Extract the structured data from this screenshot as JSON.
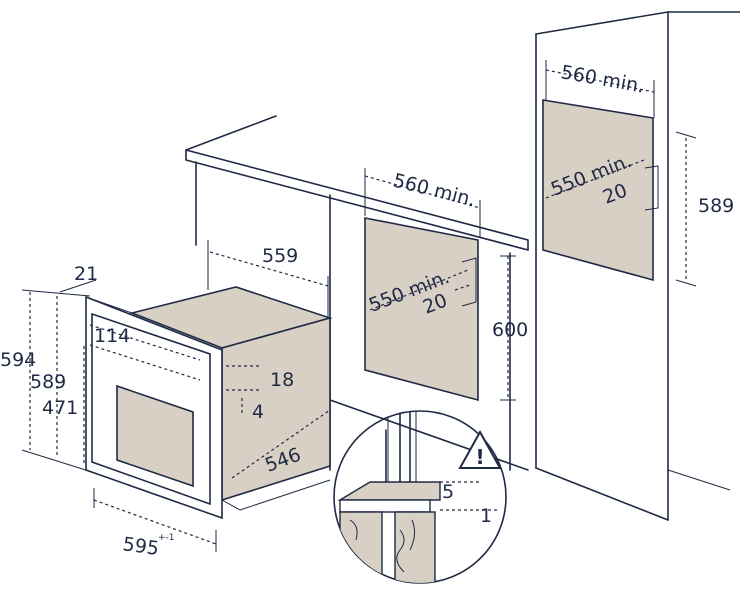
{
  "dimensions": {
    "niche_mid_width": "560 min.",
    "niche_mid_inner": "550 min.",
    "niche_mid_gap": "20",
    "niche_mid_height": "600",
    "niche_tall_width": "560 min.",
    "niche_tall_inner": "550 min.",
    "niche_tall_gap": "20",
    "niche_tall_height": "589",
    "oven_depth_top": "559",
    "oven_depth_bottom": "546",
    "oven_front_thickness": "21",
    "oven_height_total": "594",
    "oven_height_body": "589",
    "oven_height_door": "471",
    "oven_panel_offset": "114",
    "oven_side_18": "18",
    "oven_side_4": "4",
    "oven_width": "595",
    "oven_width_tolerance": "+-1",
    "detail_gap_5": "5",
    "detail_gap_1": "1"
  },
  "warning_symbol": "!",
  "colors": {
    "line": "#1f2a44",
    "niche_fill": "#d8cfc5",
    "background": "#ffffff"
  }
}
